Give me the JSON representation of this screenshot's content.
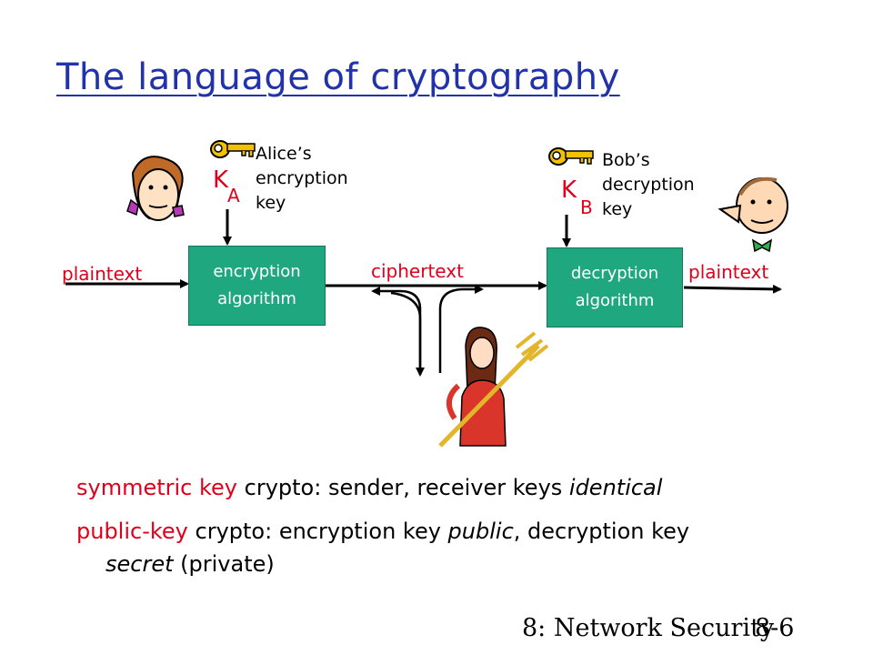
{
  "title": "The language of cryptography",
  "alice": {
    "key_caption": [
      "Alice’s",
      "encryption",
      "key"
    ],
    "key_letter": "K",
    "key_sub": "A"
  },
  "bob": {
    "key_caption": [
      "Bob’s",
      "decryption",
      "key"
    ],
    "key_letter": "K",
    "key_sub": "B"
  },
  "flow": {
    "plaintext_in": "plaintext",
    "encryption_algorithm": [
      "encryption",
      "algorithm"
    ],
    "ciphertext": "ciphertext",
    "decryption_algorithm": [
      "decryption",
      "algorithm"
    ],
    "plaintext_out": "plaintext"
  },
  "bullets": {
    "symmetric": {
      "term": "symmetric key",
      "rest": " crypto: sender, receiver keys ",
      "emph": "identical"
    },
    "public": {
      "term": "public-key",
      "part1": " crypto: encryption key ",
      "emph1": "public",
      "part2": ", decryption key",
      "emph2": "secret",
      "part3": " (private)"
    }
  },
  "footer": {
    "section": "8: Network Security",
    "page": "8-6"
  },
  "colors": {
    "title": "#2233aa",
    "accent": "#e0001b",
    "box": "#1fa880"
  }
}
